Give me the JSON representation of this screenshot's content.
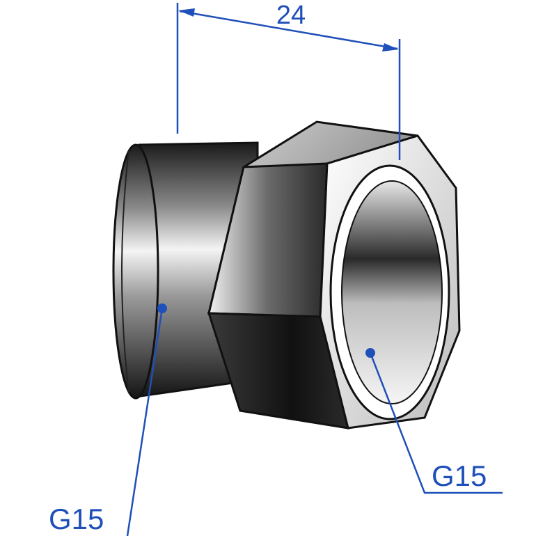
{
  "dimension": {
    "value": "24"
  },
  "labels": {
    "left_thread": "G15",
    "right_thread": "G15"
  },
  "colors": {
    "annotation": "#1f4fb8",
    "outline": "#111111"
  }
}
